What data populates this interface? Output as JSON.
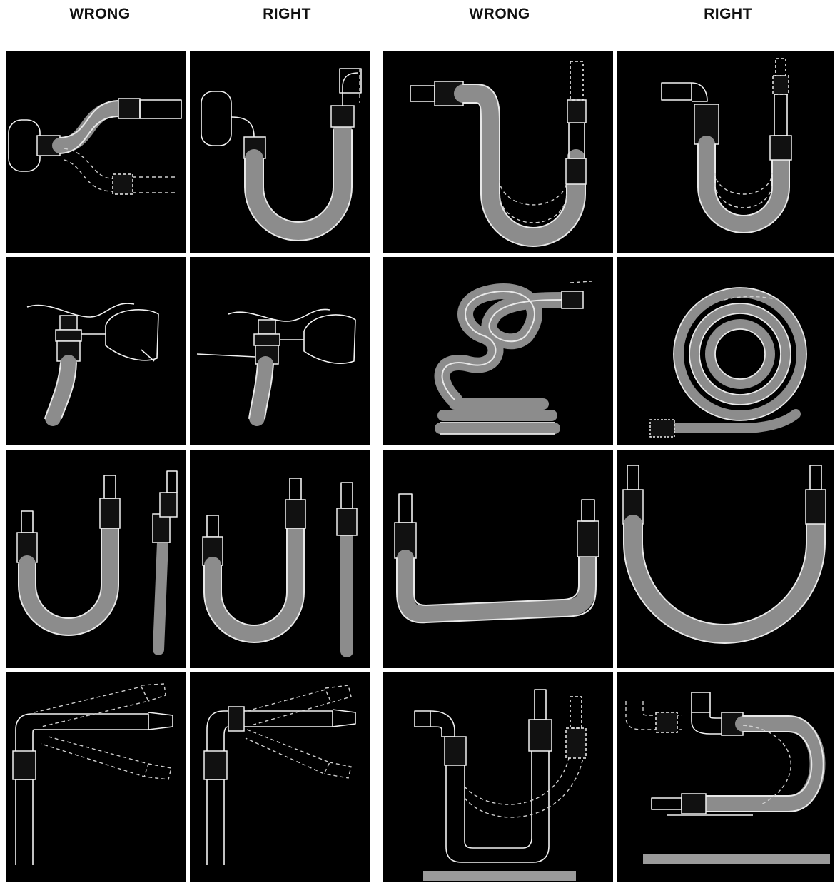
{
  "headers": {
    "col1": "WRONG",
    "col2": "RIGHT",
    "col3": "WRONG",
    "col4": "RIGHT"
  }
}
